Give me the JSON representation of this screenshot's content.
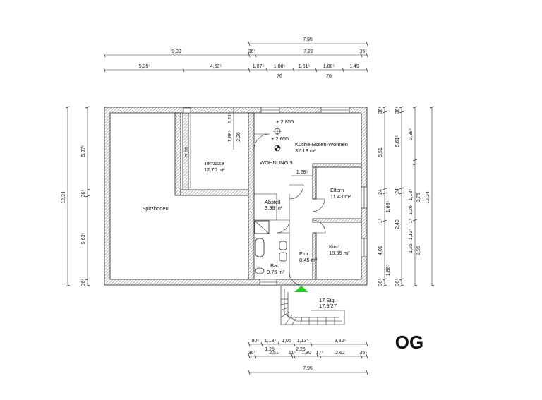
{
  "floor_label": "OG",
  "colors": {
    "wall_hatch": "#9a9a9a",
    "entrance_marker": "#22cc22",
    "line": "#222222"
  },
  "rooms": {
    "spitzboden": {
      "name": "Spitzboden"
    },
    "terrasse": {
      "name": "Terrasse",
      "area": "12.70 m²"
    },
    "kueche": {
      "name": "Küche-Essen-Wohnen",
      "area": "32.18 m²"
    },
    "wohnung": {
      "name": "WOHNUNG 3"
    },
    "abstell": {
      "name": "Abstell",
      "area": "3.98 m²"
    },
    "eltern": {
      "name": "Eltern",
      "area": "11.43 m²"
    },
    "kind": {
      "name": "Kind",
      "area": "10.95 m²"
    },
    "flur": {
      "name": "Flur",
      "area": "8.45 m²"
    },
    "bad": {
      "name": "Bad",
      "area": "9.76 m²"
    }
  },
  "levels": {
    "upper": "+ 2.855",
    "lower": "+ 2.655"
  },
  "stairs": {
    "steps": "17 Stg.",
    "ratio": "17.9/27"
  },
  "dims": {
    "top_overall": "7,95",
    "top_row2": [
      "9,99",
      "36⁵",
      "7,22",
      "36⁵"
    ],
    "top_row3": [
      "5,35⁵",
      "4,63⁵",
      "1,07⁵",
      "1,88⁵",
      "1,61⁵",
      "1,88⁵",
      "1,49"
    ],
    "top_row3_sub": [
      "76",
      "76"
    ],
    "left_overall": "12,24",
    "left_inner": [
      "5,87⁵",
      "36⁵",
      "5,63⁵",
      "36⁵"
    ],
    "right_overall": "12,24",
    "right_col_a": [
      "36⁵",
      "5,51",
      "24",
      "1⁵",
      "4,01",
      "36⁵"
    ],
    "right_col_b": [
      "1,63⁵",
      "1,86⁵"
    ],
    "right_col_c": [
      "36⁵",
      "5,61⁵",
      "24",
      "2,49",
      "36⁵"
    ],
    "right_col_d": [
      "3,38⁵",
      "1,13⁵",
      "1,26",
      "1⁵",
      "1,13⁵",
      "1,26"
    ],
    "right_col_e": [
      "3,76",
      "3,95"
    ],
    "interior": {
      "terrace_w": "5,65",
      "terrace_h1": "1,11⁵",
      "terrace_h2": "1,88⁵",
      "terrace_h3": "2,26",
      "hall": "1,28⁵"
    },
    "bottom_row1": [
      "80⁵",
      "1,13⁵",
      "1,05",
      "1,13⁵",
      "3,82⁵"
    ],
    "bottom_row1_sub": [
      "1,26",
      "2,26"
    ],
    "bottom_row2": [
      "36⁵",
      "2,51",
      "11⁵",
      "1,80",
      "17⁵",
      "2,62",
      "36⁵"
    ],
    "bottom_overall": "7,95"
  }
}
